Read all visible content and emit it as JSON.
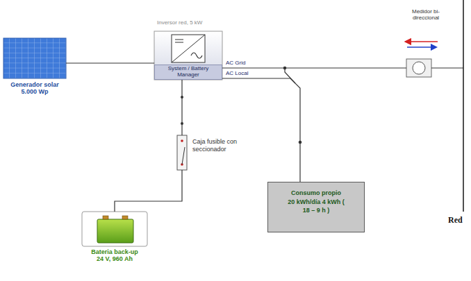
{
  "diagram": {
    "nodes": [
      {
        "text": [
          "Generador solar 5.000 Wp"
        ]
      },
      {
        "text": [
          "Inversor red, 5 kW"
        ]
      },
      {
        "text": [
          "System / Battery Manager"
        ],
        "in": 1
      },
      {
        "text": [
          "Bateria back-up 24 V, 960 Ah"
        ]
      },
      {
        "text": [
          "Caja fusible con seccionador"
        ]
      },
      {
        "text": [
          "Consumo propio",
          "20 kWh/día 4 kWh ( 18 – 9 h )"
        ]
      },
      {
        "text": [
          "Medidor bi-direccional"
        ]
      }
    ],
    "edges": [
      {
        "from": 0,
        "to": 1,
        "arrow": "none"
      },
      {
        "from": 4,
        "to": 1,
        "arrow": "none"
      },
      {
        "from": 3,
        "to": 4,
        "arrow": "none"
      },
      {
        "from": 1,
        "to": 5,
        "arrow": "none"
      },
      {
        "from": 1,
        "to": 6,
        "arrow": "none"
      }
    ],
    "labels": [
      "AC Grid",
      "AC Local",
      "Red"
    ]
  }
}
